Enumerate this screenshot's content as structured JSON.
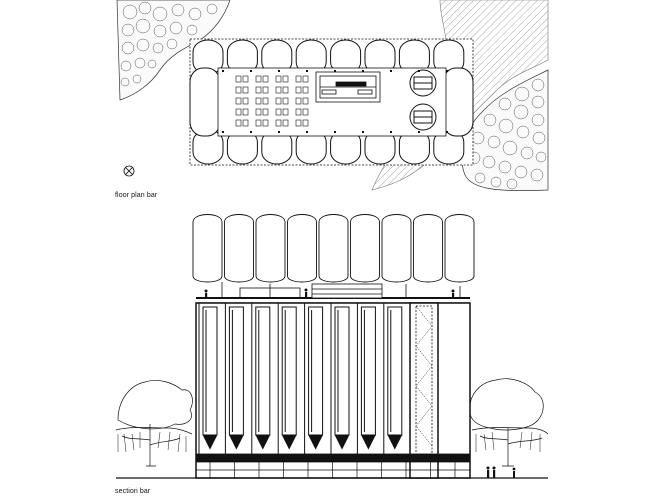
{
  "labels": {
    "floor_plan": "floor plan bar",
    "section": "section bar"
  },
  "colors": {
    "line": "#111111",
    "water_hatch": "#bfbfbf",
    "background": "#ffffff"
  },
  "drawing": {
    "silos_per_row": 8,
    "silo_columns_in_section": 8,
    "icons": [
      "north-arrow-icon"
    ]
  }
}
